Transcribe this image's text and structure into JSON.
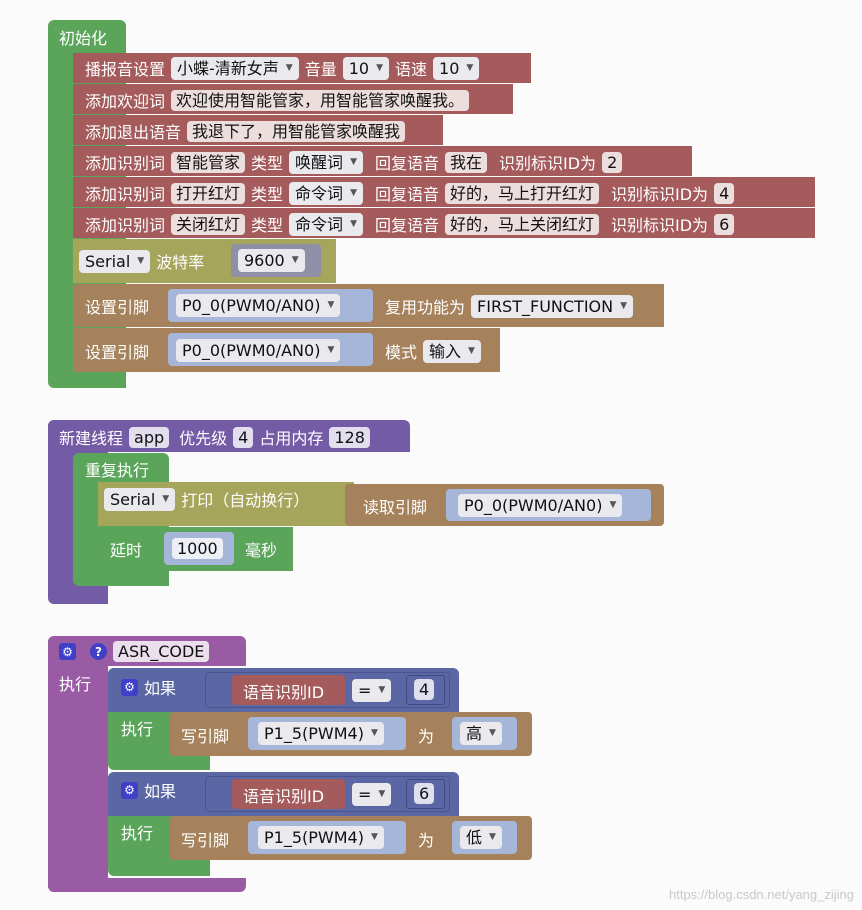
{
  "colors": {
    "init_green": "#5ba55b",
    "voice_red": "#a55b5b",
    "serial_olive": "#a5a55b",
    "pin_brown": "#a5825b",
    "thread_purple": "#745ba5",
    "asr_purple": "#9a5ba5",
    "if_blue": "#5b67a5",
    "value_blue": "#a5b6d8"
  },
  "init": {
    "title": "初始化",
    "tts": {
      "label": "播报音设置",
      "voice": "小蝶-清新女声",
      "vol_label": "音量",
      "vol": "10",
      "speed_label": "语速",
      "speed": "10"
    },
    "welcome": {
      "label": "添加欢迎词",
      "value": "欢迎使用智能管家，用智能管家唤醒我。"
    },
    "exit": {
      "label": "添加退出语音",
      "value": "我退下了，用智能管家唤醒我"
    },
    "words": [
      {
        "label": "添加识别词",
        "word": "智能管家",
        "type_label": "类型",
        "type": "唤醒词",
        "reply_label": "回复语音",
        "reply": "我在",
        "id_label": "识别标识ID为",
        "id": "2"
      },
      {
        "label": "添加识别词",
        "word": "打开红灯",
        "type_label": "类型",
        "type": "命令词",
        "reply_label": "回复语音",
        "reply": "好的，马上打开红灯",
        "id_label": "识别标识ID为",
        "id": "4"
      },
      {
        "label": "添加识别词",
        "word": "关闭红灯",
        "type_label": "类型",
        "type": "命令词",
        "reply_label": "回复语音",
        "reply": "好的，马上关闭红灯",
        "id_label": "识别标识ID为",
        "id": "6"
      }
    ],
    "serial": {
      "port": "Serial",
      "baud_label": "波特率",
      "baud": "9600"
    },
    "pin_func": {
      "label": "设置引脚",
      "pin": "P0_0(PWM0/AN0)",
      "func_label": "复用功能为",
      "func": "FIRST_FUNCTION"
    },
    "pin_mode": {
      "label": "设置引脚",
      "pin": "P0_0(PWM0/AN0)",
      "mode_label": "模式",
      "mode": "输入"
    }
  },
  "thread": {
    "label": "新建线程",
    "name": "app",
    "priority_label": "优先级",
    "priority": "4",
    "memory_label": "占用内存",
    "memory": "128",
    "repeat_label": "重复执行",
    "print": {
      "port": "Serial",
      "label": "打印（自动换行）",
      "read_label": "读取引脚",
      "pin": "P0_0(PWM0/AN0)"
    },
    "delay": {
      "label": "延时",
      "value": "1000",
      "unit": "毫秒"
    }
  },
  "asr": {
    "name": "ASR_CODE",
    "exec_label": "执行",
    "ifs": [
      {
        "if_label": "如果",
        "var": "语音识别ID",
        "op": "=",
        "value": "4",
        "do_label": "执行",
        "write_label": "写引脚",
        "pin": "P1_5(PWM4)",
        "to_label": "为",
        "level": "高"
      },
      {
        "if_label": "如果",
        "var": "语音识别ID",
        "op": "=",
        "value": "6",
        "do_label": "执行",
        "write_label": "写引脚",
        "pin": "P1_5(PWM4)",
        "to_label": "为",
        "level": "低"
      }
    ]
  },
  "watermark": "https://blog.csdn.net/yang_zijing"
}
